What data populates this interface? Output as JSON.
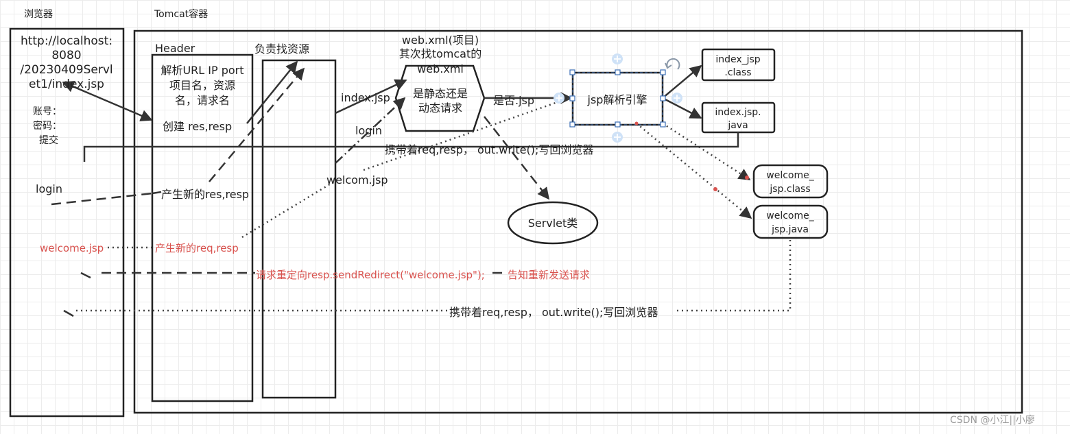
{
  "labels": {
    "browser": "浏览器",
    "tomcat": "Tomcat容器",
    "url_l1": "http://localhost:",
    "url_l2": "8080",
    "url_l3": "/20230409Servl",
    "url_l4": "et1/index.jsp",
    "account": "账号：",
    "password": "密码：",
    "submit": "提交",
    "login_left": "login",
    "welcome_left": "welcome.jsp",
    "header": "Header",
    "header_l1": "解析URL IP port",
    "header_l2": "项目名，资源",
    "header_l3": "名，请求名",
    "create": "创建 res,resp",
    "new_res": "产生新的res,resp",
    "new_req": "产生新的req,resp",
    "resource_title": "负责找资源",
    "index_jsp": "index.jsp",
    "login_mid": "login",
    "welcom_jsp": "welcom.jsp",
    "webxml_l1": "web.xml(项目)",
    "webxml_l2": "其次找tomcat的",
    "webxml_l3": "web.xml",
    "hex_l1": "是静态还是",
    "hex_l2": "动态请求",
    "is_jsp": "是否.jsp",
    "engine": "jsp解析引擎",
    "index_class_l1": "index_jsp",
    "index_class_l2": ".class",
    "index_java_l1": "index.jsp.",
    "index_java_l2": "java",
    "welcome_class_l1": "welcome_",
    "welcome_class_l2": "jsp.class",
    "welcome_java_l1": "welcome_",
    "welcome_java_l2": "jsp.java",
    "servlet": "Servlet类",
    "carry1": "携带着req,resp，  out.write();写回浏览器",
    "redirect": "请求重定向resp.sendRedirect(\"welcome.jsp\");",
    "notify": "告知重新发送请求",
    "carry2": "携带着req,resp，  out.write();写回浏览器",
    "watermark": "CSDN @小江||小廖"
  },
  "colors": {
    "line": "#333333",
    "red_text": "#d9534f",
    "selection": "#3b6fb6"
  }
}
